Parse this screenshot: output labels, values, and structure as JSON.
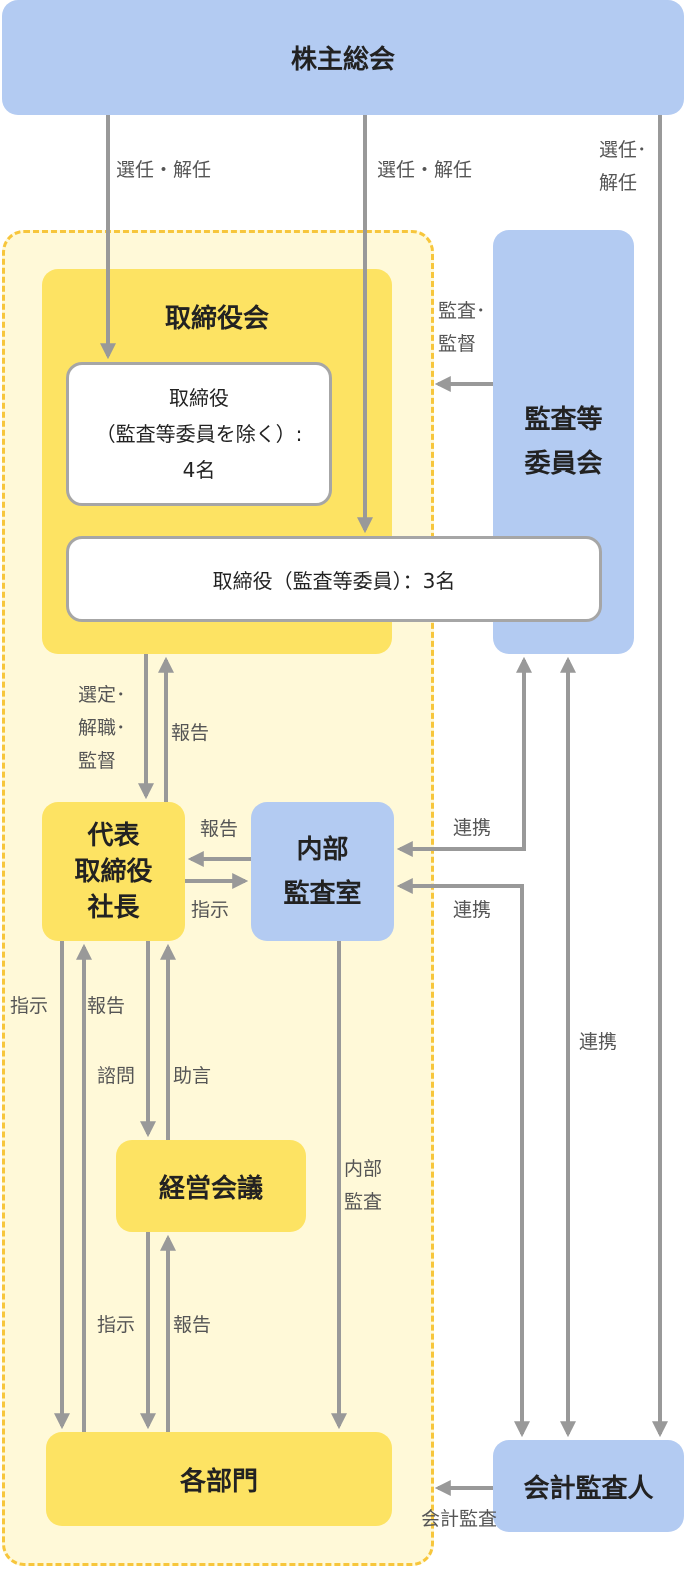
{
  "nodes": {
    "shareholders": "株主総会",
    "board": "取締役会",
    "directors": "取締役\n（監査等委員を除く）:\n4名",
    "audit_directors": "取締役（監査等委員）：3名",
    "audit_committee": "監査等\n委員会",
    "president": "代表\n取締役\n社長",
    "internal_audit": "内部\n監査室",
    "mgmt_meeting": "経営会議",
    "departments": "各部門",
    "accounting_auditor": "会計監査人"
  },
  "labels": {
    "elect1": "選任・解任",
    "elect2": "選任・解任",
    "elect3": "選任･\n解任",
    "audit_supervise": "監査･\n監督",
    "select_supervise": "選定･\n解職･\n監督",
    "report_board": "報告",
    "report_ia": "報告",
    "instruct_ia": "指示",
    "coop1": "連携",
    "coop2": "連携",
    "coop3": "連携",
    "instruct_dept": "指示",
    "report_dept": "報告",
    "consult": "諮問",
    "advice": "助言",
    "internal_audit_lbl": "内部\n監査",
    "instruct_mm": "指示",
    "report_mm": "報告",
    "accounting_audit": "会計監査"
  },
  "colors": {
    "blue": "#b3cbf2",
    "yellow": "#fde363",
    "zone": "#fff9d8",
    "zone_border": "#f7c63c",
    "arrow": "#999999"
  }
}
